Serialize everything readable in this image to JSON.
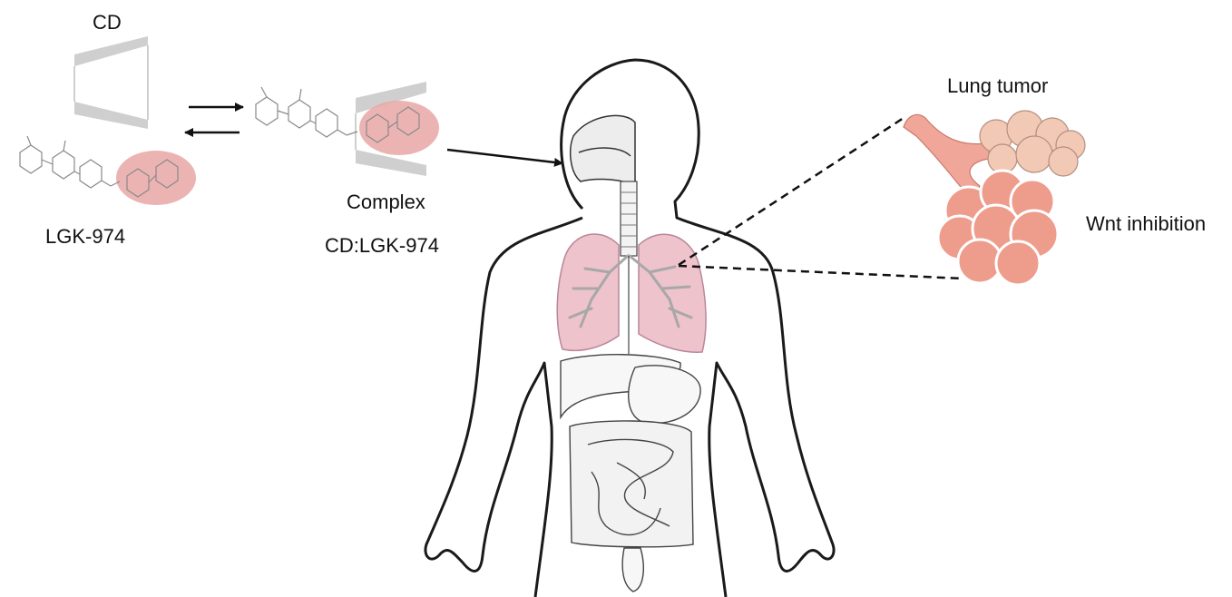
{
  "labels": {
    "cd": "CD",
    "lgk": "LGK-974",
    "complex": "Complex",
    "complex_formula": "CD:LGK-974",
    "lung_tumor": "Lung tumor",
    "wnt": "Wnt inhibition"
  },
  "colors": {
    "highlight": "#e8a7a6",
    "cd_band": "#cfcfcf",
    "lung": "#eec3cc",
    "lung_edge": "#b9879a",
    "alveoli": "#ee9c8c",
    "tumor": "#f1c9b5",
    "bronchi": "#b0b0b0",
    "outline": "#1a1a1a"
  },
  "icons": {
    "cd_cone": "cyclodextrin-cone-icon",
    "molecule": "molecule-structure-icon",
    "body": "human-body-icon",
    "lungs": "lungs-icon",
    "alveoli": "alveoli-icon"
  }
}
